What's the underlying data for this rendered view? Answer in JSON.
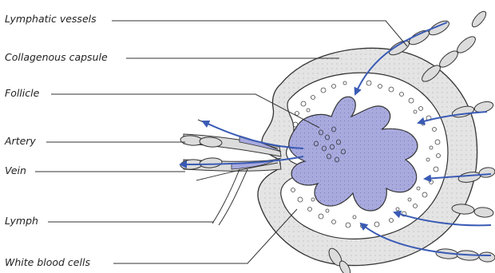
{
  "labels": {
    "lymphatic_vessels": "Lymphatic vessels",
    "collagenous_capsule": "Collagenous capsule",
    "follicle": "Follicle",
    "artery": "Artery",
    "vein": "Vein",
    "lymph": "Lymph",
    "white_blood_cells": "White blood cells"
  },
  "colors": {
    "capsule_fill": "#e4e4e4",
    "follicle_fill": "#a8aade",
    "arrow": "#3a5bb5",
    "outline": "#333333",
    "vessel_fill": "#dcdcdc"
  }
}
